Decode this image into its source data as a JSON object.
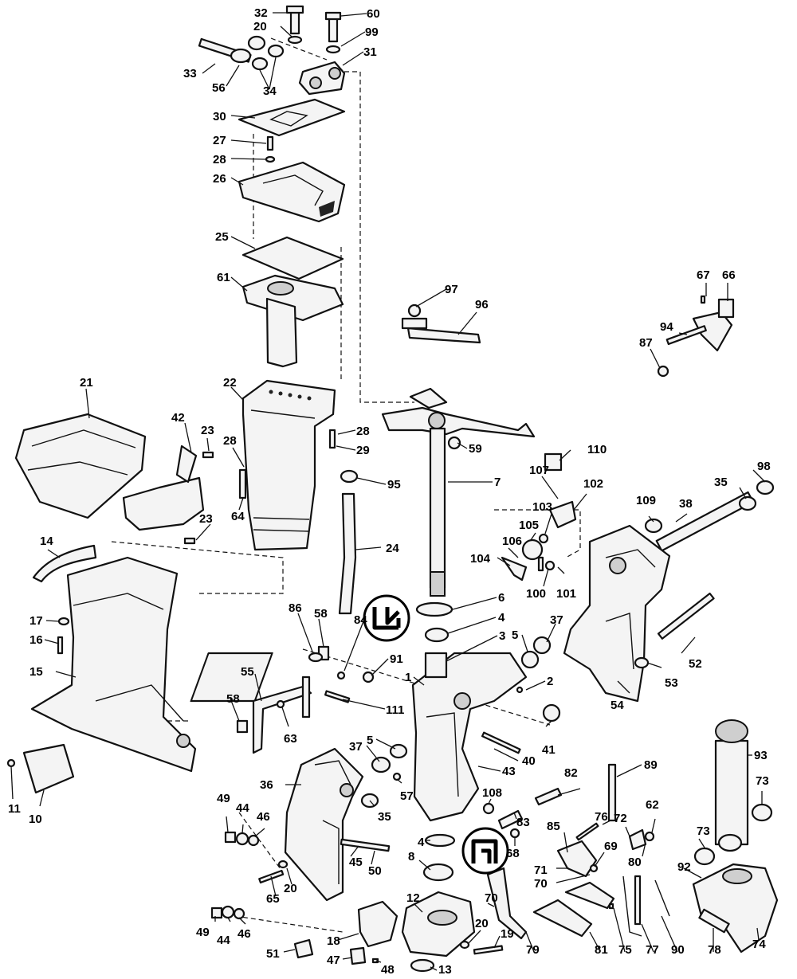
{
  "labels": [
    {
      "text": "32"
    },
    {
      "text": "20"
    },
    {
      "text": "60"
    },
    {
      "text": "99"
    },
    {
      "text": "31"
    },
    {
      "text": "33"
    },
    {
      "text": "56"
    },
    {
      "text": "34"
    },
    {
      "text": "30"
    },
    {
      "text": "27"
    },
    {
      "text": "28"
    },
    {
      "text": "26"
    },
    {
      "text": "25"
    },
    {
      "text": "61"
    },
    {
      "text": "67"
    },
    {
      "text": "66"
    },
    {
      "text": "97"
    },
    {
      "text": "96"
    },
    {
      "text": "94"
    },
    {
      "text": "87"
    },
    {
      "text": "21"
    },
    {
      "text": "22"
    },
    {
      "text": "42"
    },
    {
      "text": "23"
    },
    {
      "text": "28"
    },
    {
      "text": "28"
    },
    {
      "text": "29"
    },
    {
      "text": "59"
    },
    {
      "text": "110"
    },
    {
      "text": "107"
    },
    {
      "text": "98"
    },
    {
      "text": "35"
    },
    {
      "text": "95"
    },
    {
      "text": "7"
    },
    {
      "text": "102"
    },
    {
      "text": "109"
    },
    {
      "text": "38"
    },
    {
      "text": "64"
    },
    {
      "text": "23"
    },
    {
      "text": "103"
    },
    {
      "text": "105"
    },
    {
      "text": "106"
    },
    {
      "text": "104"
    },
    {
      "text": "100"
    },
    {
      "text": "101"
    },
    {
      "text": "14"
    },
    {
      "text": "24"
    },
    {
      "text": "6"
    },
    {
      "text": "4"
    },
    {
      "text": "3"
    },
    {
      "text": "37"
    },
    {
      "text": "5"
    },
    {
      "text": "17"
    },
    {
      "text": "16"
    },
    {
      "text": "86"
    },
    {
      "text": "58"
    },
    {
      "text": "84"
    },
    {
      "text": "91"
    },
    {
      "text": "1"
    },
    {
      "text": "2"
    },
    {
      "text": "52"
    },
    {
      "text": "53"
    },
    {
      "text": "15"
    },
    {
      "text": "55"
    },
    {
      "text": "111"
    },
    {
      "text": "54"
    },
    {
      "text": "58"
    },
    {
      "text": "63"
    },
    {
      "text": "41"
    },
    {
      "text": "5"
    },
    {
      "text": "37"
    },
    {
      "text": "40"
    },
    {
      "text": "43"
    },
    {
      "text": "36"
    },
    {
      "text": "57"
    },
    {
      "text": "89"
    },
    {
      "text": "93"
    },
    {
      "text": "73"
    },
    {
      "text": "11"
    },
    {
      "text": "10"
    },
    {
      "text": "49"
    },
    {
      "text": "44"
    },
    {
      "text": "46"
    },
    {
      "text": "35"
    },
    {
      "text": "82"
    },
    {
      "text": "108"
    },
    {
      "text": "83"
    },
    {
      "text": "76"
    },
    {
      "text": "72"
    },
    {
      "text": "62"
    },
    {
      "text": "45"
    },
    {
      "text": "50"
    },
    {
      "text": "4"
    },
    {
      "text": "68"
    },
    {
      "text": "85"
    },
    {
      "text": "69"
    },
    {
      "text": "80"
    },
    {
      "text": "73"
    },
    {
      "text": "8"
    },
    {
      "text": "71"
    },
    {
      "text": "70"
    },
    {
      "text": "92"
    },
    {
      "text": "65"
    },
    {
      "text": "20"
    },
    {
      "text": "12"
    },
    {
      "text": "70"
    },
    {
      "text": "49"
    },
    {
      "text": "44"
    },
    {
      "text": "46"
    },
    {
      "text": "18"
    },
    {
      "text": "20"
    },
    {
      "text": "19"
    },
    {
      "text": "79"
    },
    {
      "text": "81"
    },
    {
      "text": "75"
    },
    {
      "text": "77"
    },
    {
      "text": "90"
    },
    {
      "text": "78"
    },
    {
      "text": "74"
    },
    {
      "text": "51"
    },
    {
      "text": "47"
    },
    {
      "text": "48"
    },
    {
      "text": "13"
    }
  ]
}
